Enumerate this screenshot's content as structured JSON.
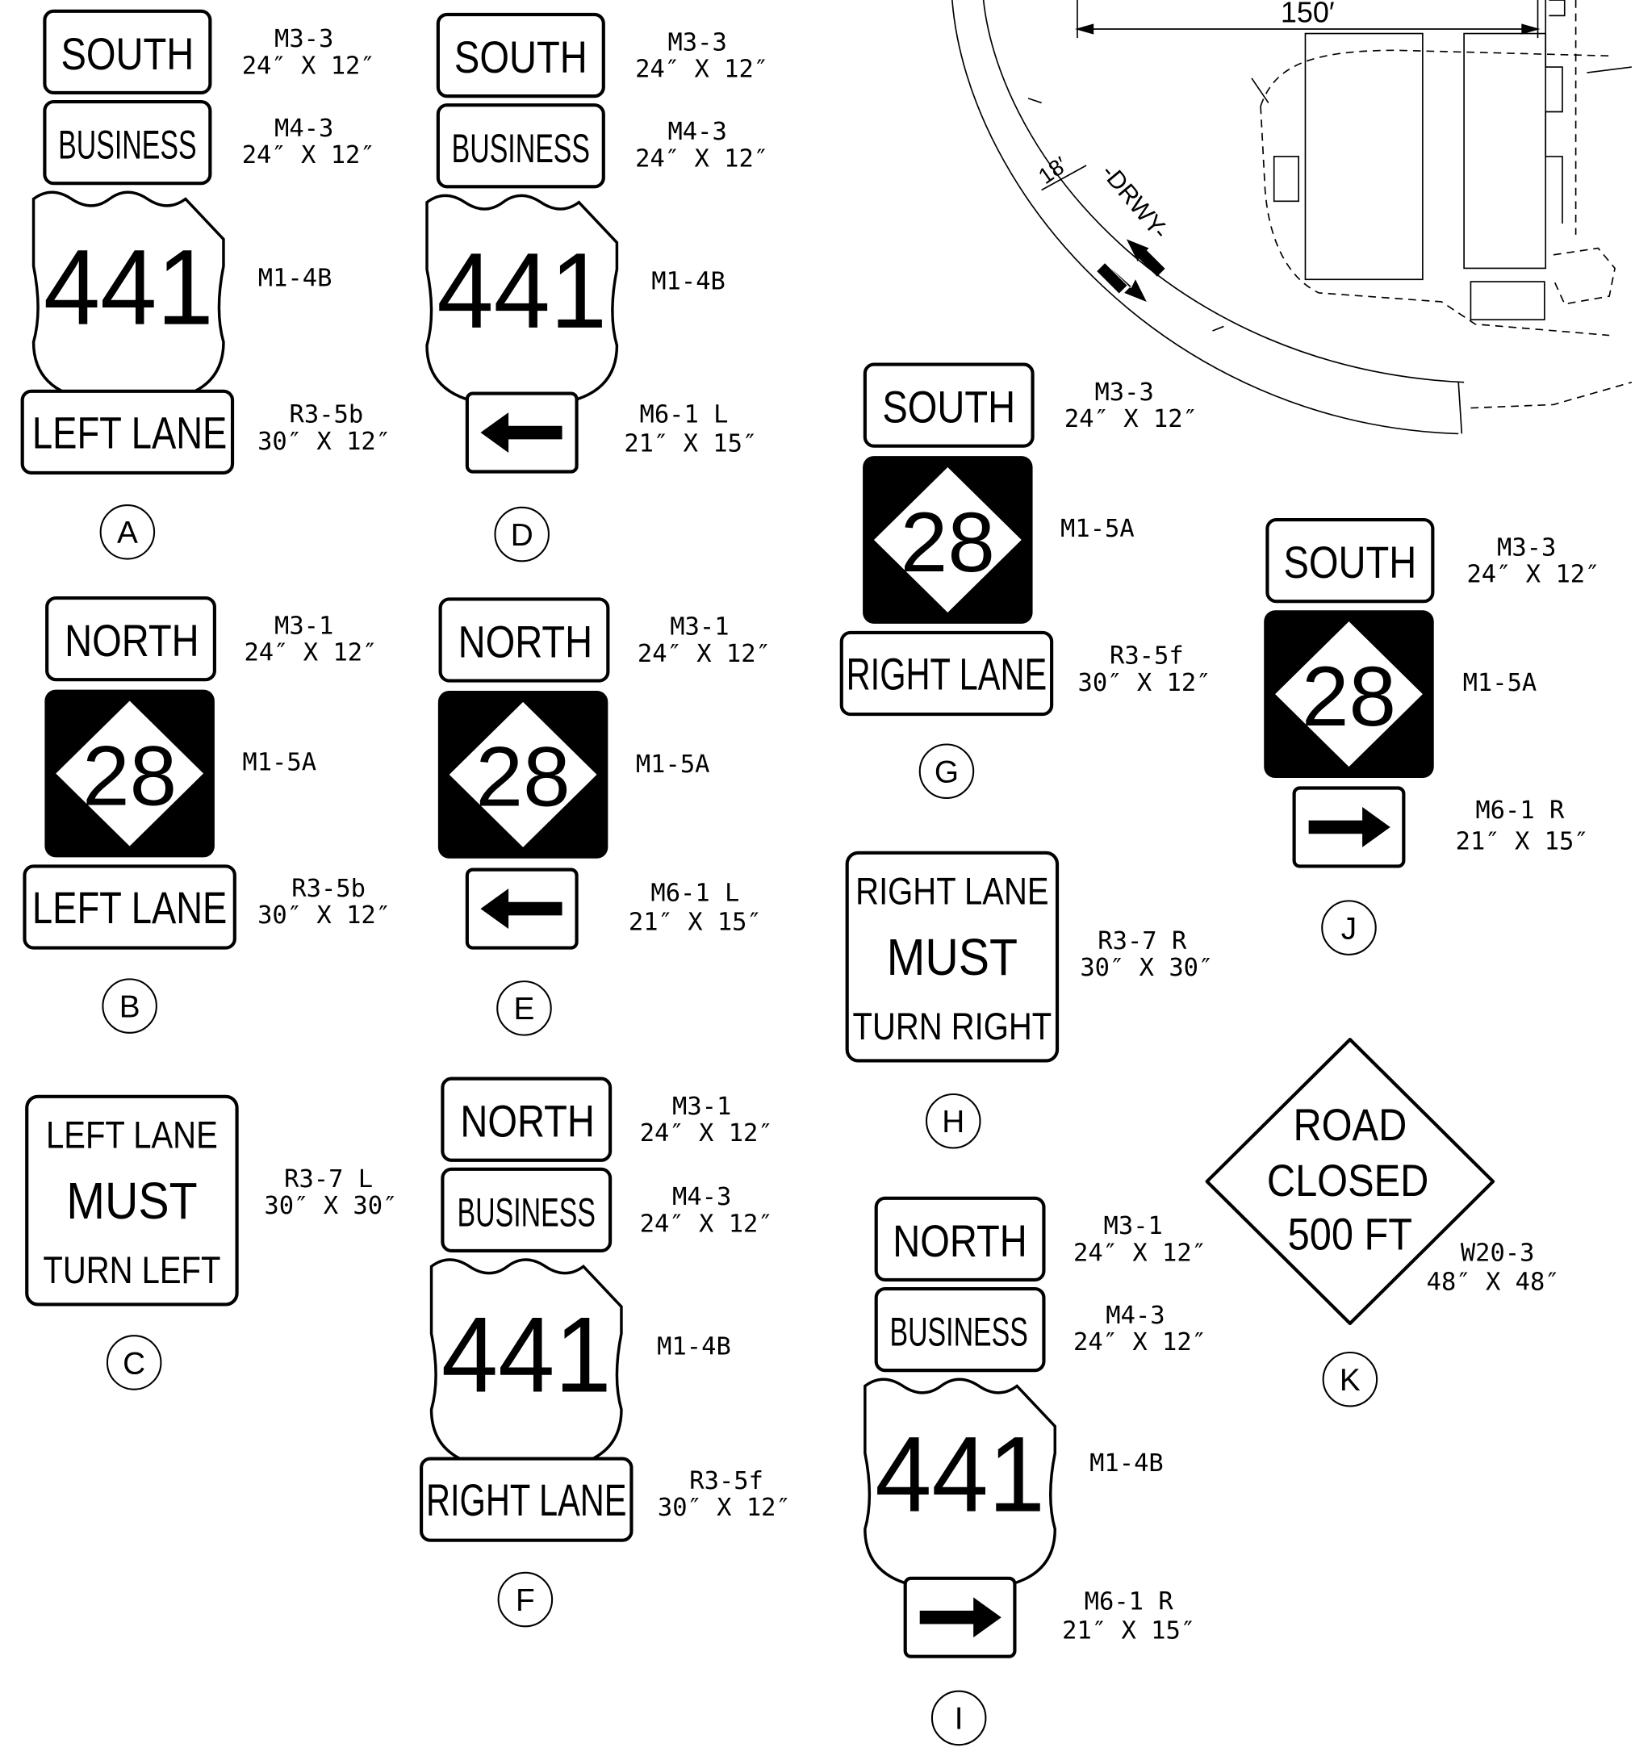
{
  "colors": {
    "ink": "#000000",
    "paper": "#ffffff"
  },
  "site_plan": {
    "dimension_150": "150′",
    "dimension_18": "18′",
    "driveway_label": "-DRWY-"
  },
  "assemblies": {
    "A": {
      "label": "A",
      "signs": [
        {
          "type": "rect",
          "text": "SOUTH",
          "code": "M3-3",
          "size": "24″ X 12″"
        },
        {
          "type": "rect",
          "text": "BUSINESS",
          "code": "M4-3",
          "size": "24″ X 12″"
        },
        {
          "type": "us_shield",
          "text": "441",
          "code": "M1-4B"
        },
        {
          "type": "rect",
          "text": "LEFT  LANE",
          "code": "R3-5b",
          "size": "30″ X 12″"
        }
      ]
    },
    "B": {
      "label": "B",
      "signs": [
        {
          "type": "rect",
          "text": "NORTH",
          "code": "M3-1",
          "size": "24″ X 12″"
        },
        {
          "type": "nc_diamond",
          "text": "28",
          "code": "M1-5A"
        },
        {
          "type": "rect",
          "text": "LEFT  LANE",
          "code": "R3-5b",
          "size": "30″ X 12″"
        }
      ]
    },
    "C": {
      "label": "C",
      "signs": [
        {
          "type": "reg_square",
          "lines": [
            "LEFT LANE",
            "MUST",
            "TURN  LEFT"
          ],
          "code": "R3-7 L",
          "size": "30″ X 30″"
        }
      ]
    },
    "D": {
      "label": "D",
      "signs": [
        {
          "type": "rect",
          "text": "SOUTH",
          "code": "M3-3",
          "size": "24″ X 12″"
        },
        {
          "type": "rect",
          "text": "BUSINESS",
          "code": "M4-3",
          "size": "24″ X 12″"
        },
        {
          "type": "us_shield",
          "text": "441",
          "code": "M1-4B"
        },
        {
          "type": "arrow",
          "direction": "left",
          "code": "M6-1 L",
          "size": "21″ X 15″"
        }
      ]
    },
    "E": {
      "label": "E",
      "signs": [
        {
          "type": "rect",
          "text": "NORTH",
          "code": "M3-1",
          "size": "24″ X 12″"
        },
        {
          "type": "nc_diamond",
          "text": "28",
          "code": "M1-5A"
        },
        {
          "type": "arrow",
          "direction": "left",
          "code": "M6-1 L",
          "size": "21″ X 15″"
        }
      ]
    },
    "F": {
      "label": "F",
      "signs": [
        {
          "type": "rect",
          "text": "NORTH",
          "code": "M3-1",
          "size": "24″ X 12″"
        },
        {
          "type": "rect",
          "text": "BUSINESS",
          "code": "M4-3",
          "size": "24″ X 12″"
        },
        {
          "type": "us_shield",
          "text": "441",
          "code": "M1-4B"
        },
        {
          "type": "rect",
          "text": "RIGHT  LANE",
          "code": "R3-5f",
          "size": "30″ X 12″"
        }
      ]
    },
    "G": {
      "label": "G",
      "signs": [
        {
          "type": "rect",
          "text": "SOUTH",
          "code": "M3-3",
          "size": "24″ X 12″"
        },
        {
          "type": "nc_diamond",
          "text": "28",
          "code": "M1-5A"
        },
        {
          "type": "rect",
          "text": "RIGHT  LANE",
          "code": "R3-5f",
          "size": "30″ X 12″"
        }
      ]
    },
    "H": {
      "label": "H",
      "signs": [
        {
          "type": "reg_square",
          "lines": [
            "RIGHT LANE",
            "MUST",
            "TURN  RIGHT"
          ],
          "code": "R3-7 R",
          "size": "30″ X 30″"
        }
      ]
    },
    "I": {
      "label": "I",
      "signs": [
        {
          "type": "rect",
          "text": "NORTH",
          "code": "M3-1",
          "size": "24″ X 12″"
        },
        {
          "type": "rect",
          "text": "BUSINESS",
          "code": "M4-3",
          "size": "24″ X 12″"
        },
        {
          "type": "us_shield",
          "text": "441",
          "code": "M1-4B"
        },
        {
          "type": "arrow",
          "direction": "right",
          "code": "M6-1 R",
          "size": "21″ X 15″"
        }
      ]
    },
    "J": {
      "label": "J",
      "signs": [
        {
          "type": "rect",
          "text": "SOUTH",
          "code": "M3-3",
          "size": "24″ X 12″"
        },
        {
          "type": "nc_diamond",
          "text": "28",
          "code": "M1-5A"
        },
        {
          "type": "arrow",
          "direction": "right",
          "code": "M6-1 R",
          "size": "21″ X 15″"
        }
      ]
    },
    "K": {
      "label": "K",
      "signs": [
        {
          "type": "warning_diamond",
          "lines": [
            "ROAD",
            "CLOSED",
            "500  FT"
          ],
          "code": "W20-3",
          "size": "48″ X 48″"
        }
      ]
    }
  }
}
